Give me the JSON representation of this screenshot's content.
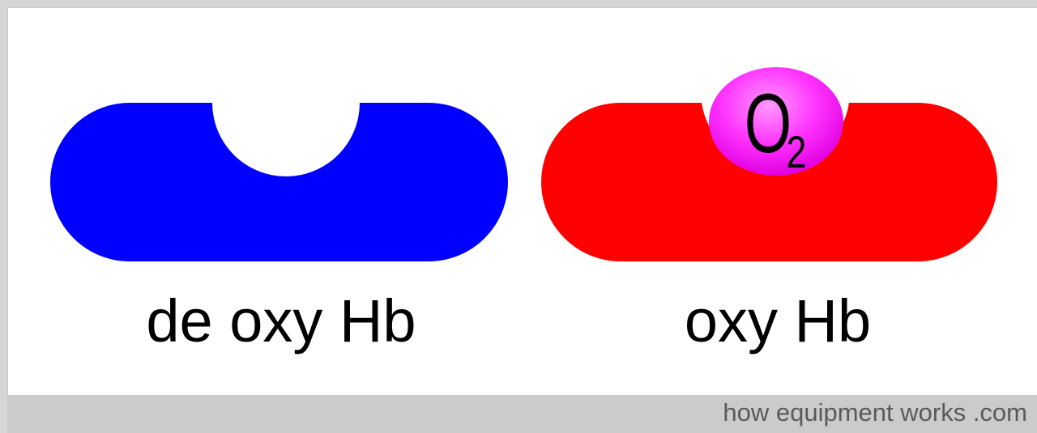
{
  "diagram": {
    "deoxy": {
      "label": "de oxy Hb",
      "color": "#0000ff"
    },
    "oxy": {
      "label": "oxy Hb",
      "color": "#ff0000"
    },
    "oxygen": {
      "label": "O",
      "subscript": "2",
      "color": "#ff00ff",
      "highlight_color": "#ff99ff"
    }
  },
  "footer": {
    "credit": "how equipment works .com"
  }
}
